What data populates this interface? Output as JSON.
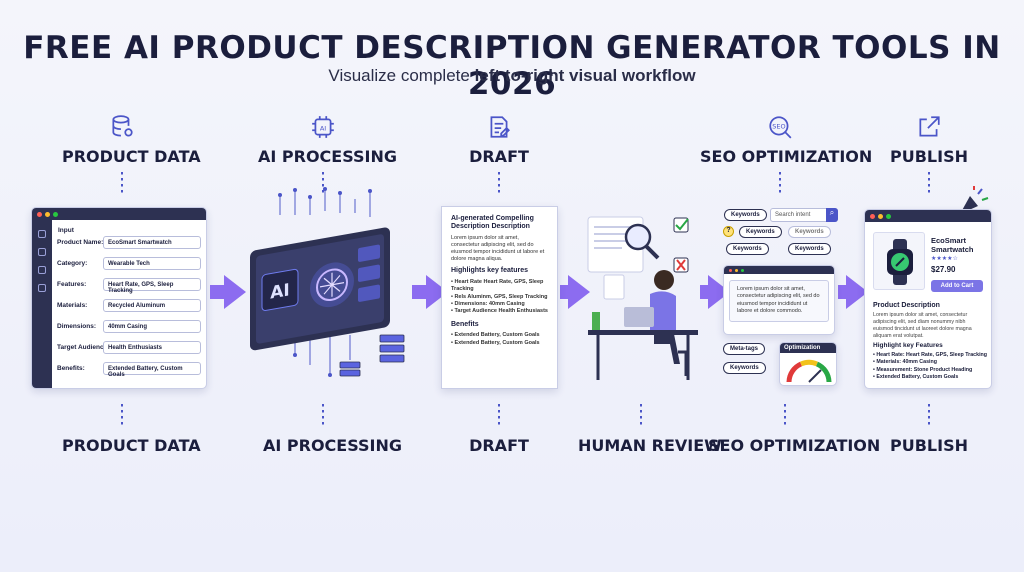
{
  "header": {
    "title": "FREE AI PRODUCT DESCRIPTION GENERATOR TOOLS IN 2026",
    "subtitle_plain": "Visualize complete ",
    "subtitle_bold": "left to-right visual workflow"
  },
  "stages_top": [
    "PRODUCT DATA",
    "AI PROCESSING",
    "DRAFT",
    "SEO OPTIMIZATION",
    "PUBLISH"
  ],
  "stages_bottom": [
    "PRODUCT DATA",
    "AI PROCESSING",
    "DRAFT",
    "HUMAN REVIEW",
    "SEO OPTIMIZATION",
    "PUBLISH"
  ],
  "icons": [
    "database-icon",
    "ai-chip-icon",
    "document-edit-icon",
    "seo-search-icon",
    "external-link-icon"
  ],
  "accent_color": "#8c6cf0",
  "icon_color": "#4b55c8",
  "product_data": {
    "heading": "Input",
    "fields": [
      {
        "label": "Product Name:",
        "value": "EcoSmart Smartwatch"
      },
      {
        "label": "Category:",
        "value": "Wearable Tech"
      },
      {
        "label": "Features:",
        "value": "Heart Rate, GPS, Sleep Tracking"
      },
      {
        "label": "Materials:",
        "value": "Recycled Aluminum"
      },
      {
        "label": "Dimensions:",
        "value": "40mm Casing"
      },
      {
        "label": "Target Audience:",
        "value": "Health Enthusiasts"
      },
      {
        "label": "Benefits:",
        "value": "Extended Battery, Custom Goals"
      }
    ]
  },
  "ai": {
    "label": "AI"
  },
  "draft": {
    "heading": "AI-generated Compelling Description Description",
    "body": "Lorem ipsum dolor sit amet, consectetur adipiscing elit, sed do eiusmod tempor incididunt ut labore et dolore magna aliqua.",
    "highlights_title": "Highlights key features",
    "highlights": [
      "• Heart Rate Heart Rate, GPS, Sleep Tracking",
      "• Rels Aluminm, GPS, Sleep Tracking",
      "• Dimensions: 40mm Casing",
      "• Target Audience Health Enthusiasts"
    ],
    "benefits_title": "Benefits",
    "benefits": [
      "• Extended Battery, Custom Goals",
      "• Extended Battery, Custom Goals"
    ]
  },
  "seo": {
    "pills": [
      "Keywords",
      "Keywords",
      "Keywords",
      "Keywords",
      "Keywords"
    ],
    "search_placeholder": "Search intent",
    "body": "Lorem ipsum dolor sit amet, consectetur adipiscing elit, sed do eiusmod tempor incididunt ut labore et dolore commodo.",
    "meta_tags": "Meta-tags",
    "keywords_bottom": "Keywords",
    "optimization": "Optimization"
  },
  "publish": {
    "product_name": "EcoSmart Smartwatch",
    "stars": "★★★★☆",
    "price": "$27.90",
    "cart_button": "Add to Cart",
    "desc_title": "Product Description",
    "desc_body": "Lorem ipsum dolor sit amet, consectetur adipiscing elit, sed diam nonummy nibh euismod tincidunt ut laoreet dolore magna aliquam erat volutpat.",
    "features_title": "Highlight key Features",
    "features": [
      "• Heart Rate: Heart Rate, GPS, Sleep Tracking",
      "• Materials: 40mm Casing",
      "• Measurement: Stone Product Heading",
      "• Extended Battery, Custom Goals"
    ]
  }
}
